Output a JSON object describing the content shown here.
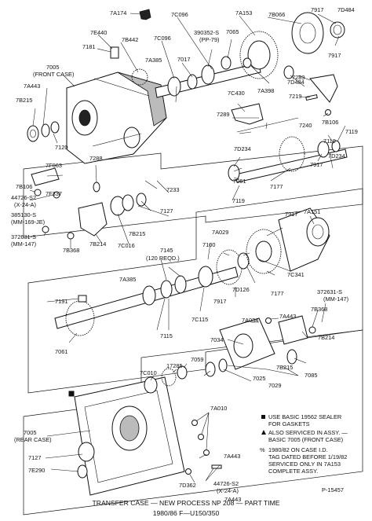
{
  "labels": {
    "l7A174": "7A174",
    "l7E440": "7E440",
    "l7181": "7181",
    "l7B442": "7B442",
    "l7C096a": "7C096",
    "l7C096b": "7C096",
    "l390352": "390352-S",
    "lPP79": "(PP-79)",
    "l7065": "7065",
    "l7A153": "7A153",
    "l7B066": "7B066",
    "l7917a": "7917",
    "l7D484a": "7D484",
    "l7917b": "7917",
    "l7005a": "7005",
    "lFrontCase": "(FRONT CASE)",
    "l7A385a": "7A385",
    "l7017": "7017",
    "l7A443a": "7A443",
    "l7B215a": "7B215",
    "l7D484b": "7D484",
    "l7A398": "7A398",
    "l7289a": "7289",
    "l7219": "7219",
    "l7C430": "7C430",
    "l7B106a": "7B106",
    "l7289b": "7289",
    "l7120": "7120",
    "l7240": "7240",
    "l7119a": "7119",
    "l7119b": "7119",
    "l7288": "7288",
    "l7F063": "7F063",
    "l7D234a": "7D234",
    "l7D234b": "7D234",
    "l7917c": "7917",
    "l7B106b": "7B106",
    "lF337": "7F337",
    "l7233": "7233",
    "l7061a": "7061",
    "l7177a": "7177",
    "l44726a": "44726-S2",
    "lX24a": "(X-24-A)",
    "l385130": "385130-S",
    "lMM169": "(MM-169-JE)",
    "l7119c": "7119",
    "l7127a": "7127",
    "l7A151": "7A151",
    "l7B215b": "7B215",
    "l372631a": "372631-S",
    "lMM147a": "(MM-147)",
    "l7B368a": "7B368",
    "l7B214": "7B214",
    "l7C016": "7C016",
    "l7A029": "7A029",
    "l7917d": "7917",
    "l7145": "7145",
    "l120req": "(120 REQD.)",
    "l7100": "7100",
    "l7A385b": "7A385",
    "l7C341": "7C341",
    "l7D126": "7D126",
    "l7177b": "7177",
    "l7917e": "7917",
    "l7191": "7191",
    "l7C115": "7C115",
    "l372631b": "372631-S",
    "lMM147b": "(MM-147)",
    "l7B368b": "7B368",
    "l7A034": "7A034",
    "l7A443b": "7A443",
    "l7115": "7115",
    "l7034": "7034",
    "l7B214b": "7B214",
    "l7061b": "7061",
    "l7B215c": "7B215",
    "l7085": "7085",
    "l7C010": "7C010",
    "l17285": "17285",
    "l7059": "7059",
    "l7025": "7025",
    "l7029": "7029",
    "l7A010": "7A010",
    "l7005b": "7005",
    "lRearCase": "(REAR CASE)",
    "l7127b": "7127",
    "l7A443c": "7A443",
    "l7E290": "7E290",
    "l7D362": "7D362",
    "l44726b": "44726-S2",
    "lX24b": "(X-24-A)",
    "l7A443d": "7A443"
  },
  "legend": {
    "n1": "USE BASIC 19562 SEALER",
    "n1b": "FOR GASKETS",
    "n2": "ALSO SERVICED IN ASSY. —",
    "n2b": "BASIC 7005 (FRONT CASE)",
    "n3": "1980/82 ON CASE I.D.",
    "n3b": "TAG DATED BEFORE 1/19/82",
    "n3c": "SERVICED ONLY IN 7A153",
    "n3d": "COMPLETE ASSY."
  },
  "ref_number": "P-15457",
  "caption": {
    "line1": "TRANSFER CASE — NEW PROCESS NP 208 — PART TIME",
    "line2": "1980/86 F—U150/350"
  }
}
